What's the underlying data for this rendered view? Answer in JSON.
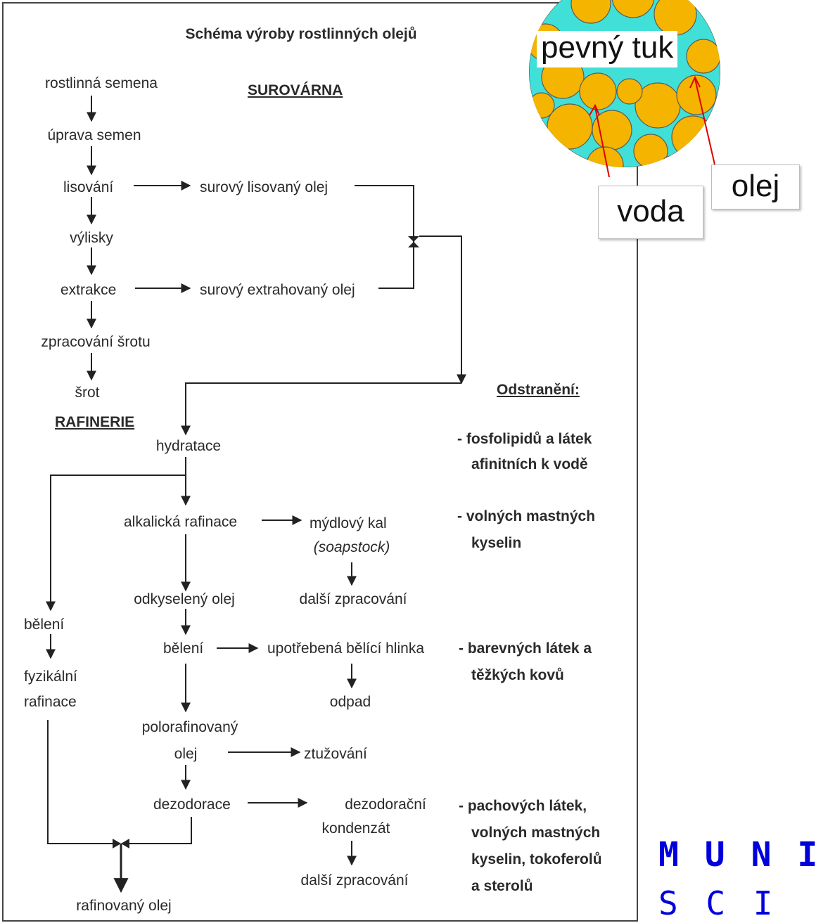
{
  "diagram": {
    "title": "Schéma výroby rostlinných olejů",
    "sections": {
      "surovarna": "SUROVÁRNA",
      "rafinerie": "RAFINERIE",
      "odstraneni": "Odstranění:"
    },
    "nodes": {
      "rostlinna_semena": "rostlinná semena",
      "uprava_semen": "úprava semen",
      "lisovani": "lisování",
      "surovy_lisovany_olej": "surový lisovaný olej",
      "vylisky": "výlisky",
      "extrakce": "extrakce",
      "surovy_extrahovany_olej": "surový extrahovaný olej",
      "zpracovani_srotu": "zpracování šrotu",
      "srot": "šrot",
      "hydratace": "hydratace",
      "alkalicka_rafinace": "alkalická rafinace",
      "mydlovy_kal": "mýdlový kal",
      "soapstock": "(soapstock)",
      "dalsi_zpracovani_1": "další zpracování",
      "odkyseleny_olej": "odkyselený olej",
      "beleni_left": "bělení",
      "fyzikalni": "fyzikální",
      "rafinace": "rafinace",
      "beleni": "bělení",
      "upotrebena_belici_hlinka": "upotřebená bělící hlinka",
      "odpad": "odpad",
      "polorafinovany": "polorafinovaný",
      "olej": "olej",
      "ztuzovani": "ztužování",
      "dezodorace": "dezodorace",
      "dezodoracni": "dezodorační",
      "kondenzat": "kondenzát",
      "dalsi_zpracovani_2": "další zpracování",
      "rafinovany_olej": "rafinovaný olej"
    },
    "removal_notes": [
      {
        "line1": "- fosfolipidů a látek",
        "line2": "afinitních k vodě"
      },
      {
        "line1": "- volných mastných",
        "line2": "kyselin"
      },
      {
        "line1": "- barevných látek a",
        "line2": "těžkých kovů"
      },
      {
        "line1": "- pachových látek,",
        "line2": "volných mastných",
        "line3": "kyselin, tokoferolů",
        "line4": "a sterolů"
      }
    ]
  },
  "inset": {
    "labels": {
      "pevny_tuk": "pevný tuk",
      "olej": "olej",
      "voda": "voda"
    },
    "colors": {
      "fat": "#f5b400",
      "water": "#40e0d8",
      "arrow": "#e00000"
    }
  },
  "logo": {
    "line1": "M U N I",
    "line2": "S C I",
    "color": "#0000dc"
  }
}
